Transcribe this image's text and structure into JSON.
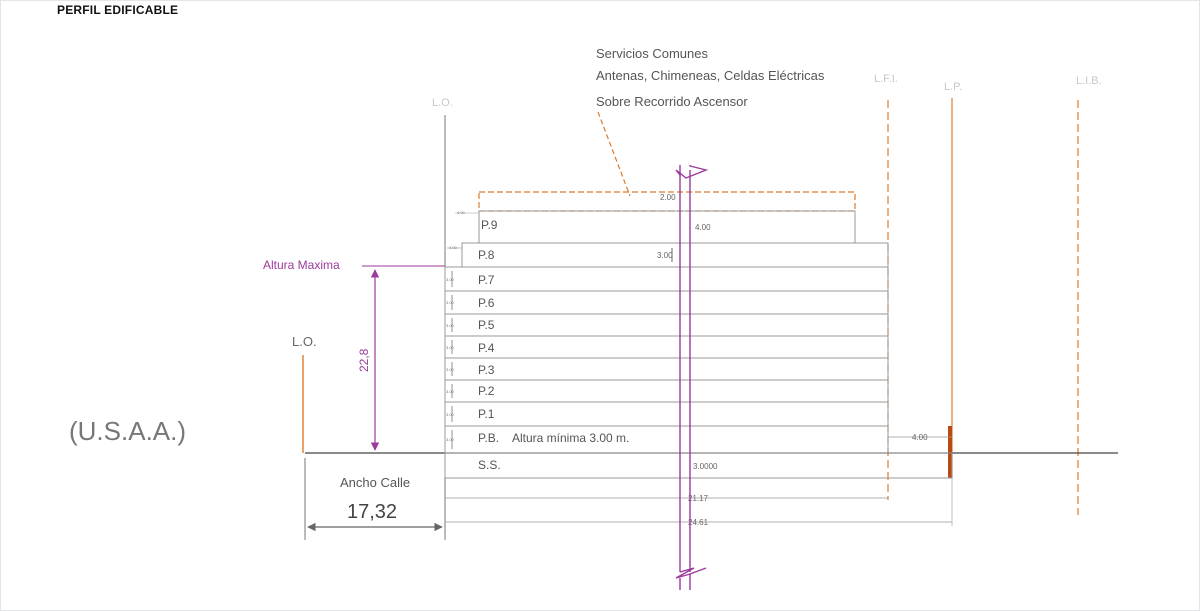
{
  "header": {
    "title": "PERFIL EDIFICABLE"
  },
  "services": {
    "title": "Servicios Comunes",
    "line1": "Antenas, Chimeneas, Celdas Eléctricas",
    "line2": "Sobre Recorrido Ascensor"
  },
  "lines": {
    "lo_top": "L.O.",
    "lfi": "L.F.I.",
    "lp": "L.P.",
    "lib": "L.I.B.",
    "lo_left": "L.O."
  },
  "zone": "(U.S.A.A.)",
  "height": {
    "label": "Altura Maxima",
    "value": "22,8"
  },
  "street": {
    "label": "Ancho Calle",
    "value": "17,32"
  },
  "floors": [
    {
      "name": "P.9"
    },
    {
      "name": "P.8"
    },
    {
      "name": "P.7"
    },
    {
      "name": "P.6"
    },
    {
      "name": "P.5"
    },
    {
      "name": "P.4"
    },
    {
      "name": "P.3"
    },
    {
      "name": "P.2"
    },
    {
      "name": "P.1"
    },
    {
      "name": "P.B.",
      "note": "Altura mínima 3.00 m."
    }
  ],
  "basement": {
    "name": "S.S."
  },
  "dims": {
    "roof_offset": "2.00",
    "p9_depth": "4.00",
    "p8_depth": "3.00",
    "back_gap": "4.00",
    "ss_depth": "3.0000",
    "dim_2117": "21.17",
    "dim_2461": "24.61",
    "floor_h": "3.00",
    "setback": "4.00"
  },
  "colors": {
    "purple": "#9b3a9b",
    "orange": "#e07a2a",
    "dark_orange": "#b84a12",
    "grey": "#777777"
  }
}
